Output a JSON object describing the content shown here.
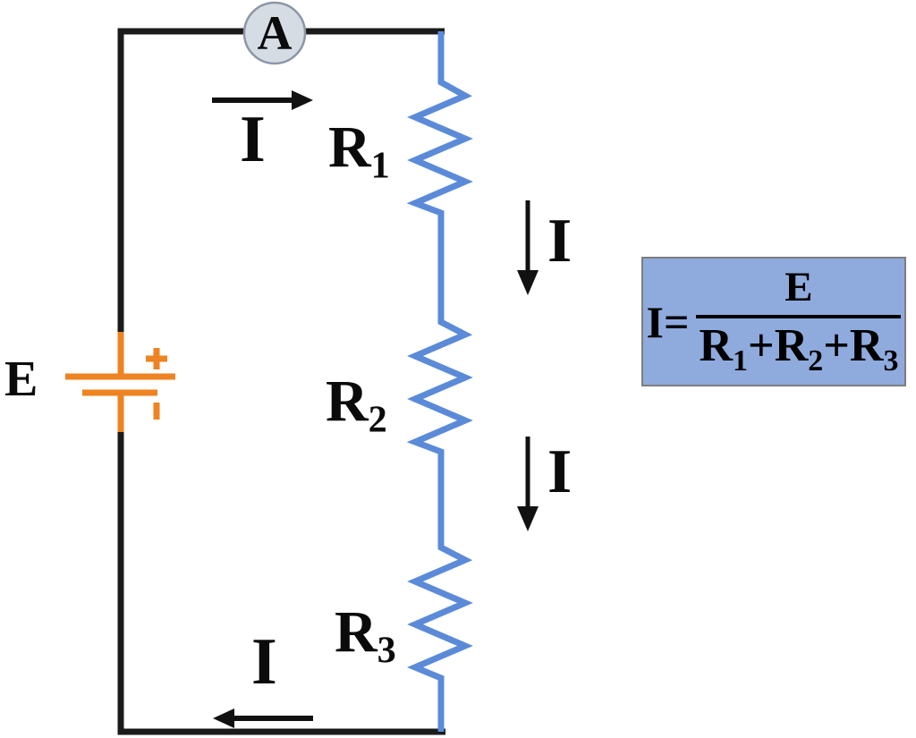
{
  "diagram_type": "series-circuit-schematic",
  "colors": {
    "wire_black": "#1b1b1b",
    "resistor_blue": "#5b8bd8",
    "battery_orange": "#ee8322",
    "ammeter_fill": "#d6dce4",
    "ammeter_border": "#8d96a8",
    "formula_bg": "#8fabdd",
    "formula_border": "#7d7d7d",
    "text_black": "#0b0b0b"
  },
  "ammeter": {
    "label": "A"
  },
  "battery": {
    "label": "E",
    "plus": "+",
    "minus": "−"
  },
  "resistors": [
    {
      "base": "R",
      "sub": "1"
    },
    {
      "base": "R",
      "sub": "2"
    },
    {
      "base": "R",
      "sub": "3"
    }
  ],
  "currents": {
    "top": {
      "label": "I",
      "direction": "right"
    },
    "mid1": {
      "label": "I",
      "direction": "down"
    },
    "mid2": {
      "label": "I",
      "direction": "down"
    },
    "bottom": {
      "label": "I",
      "direction": "left"
    }
  },
  "formula": {
    "lhs": "I=",
    "numerator": "E",
    "denominator": [
      {
        "base": "R",
        "sub": "1",
        "op": "+"
      },
      {
        "base": "R",
        "sub": "2",
        "op": "+"
      },
      {
        "base": "R",
        "sub": "3",
        "op": ""
      }
    ]
  }
}
